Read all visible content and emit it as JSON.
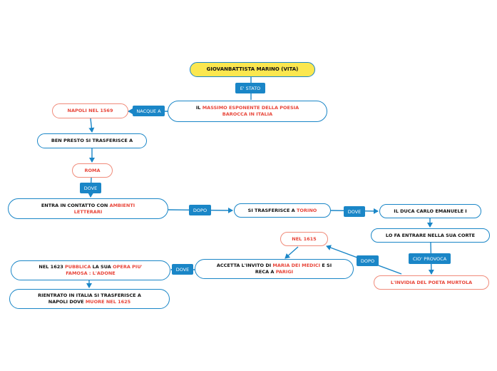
{
  "nodes": {
    "root": "GIOVANBATTISTA MARINO (VITA)",
    "massimo": {
      "pre": "IL ",
      "hl1": "MASSIMO ESPONENTE DELLA POESIA",
      "hl2": "BAROCCA IN ITALIA"
    },
    "napoli": "NAPOLI NEL 1569",
    "trasferisce_a": "BEN PRESTO SI TRASFERISCE A",
    "roma": "ROMA",
    "ambienti": {
      "pre": "ENTRA IN CONTATTO CON ",
      "hl1": "AMBIENTI",
      "hl2": "LETTERARI"
    },
    "torino": {
      "pre": "SI TRASFERISCE A ",
      "hl": "TORINO"
    },
    "duca": "IL DUCA CARLO EMANUELE I",
    "corte": "LO FA ENTRARE NELLA SUA CORTE",
    "invidia": "L'INVIDIA  DEL POETA MURTOLA",
    "nel1615": "NEL 1615",
    "medici": {
      "pre": "ACCETTA L'INVITO DI ",
      "hl": "MARIA DEI MEDICI",
      "post": " E SI",
      "pre2": "RECA A ",
      "hl2": "PARIGI"
    },
    "adone": {
      "pre": "NEL 1623 ",
      "hl": "PUBBLICA",
      "mid": " LA SUA ",
      "hl2": "OPERA PIU'",
      "hl3": "FAMOSA : L'ADONE"
    },
    "muore": {
      "line1": "RIENTRATO IN ITALIA SI TRASFERISCE A",
      "pre": "NAPOLI DOVE ",
      "hl": "MUORE NEL 1625"
    }
  },
  "connectors": {
    "e_stato": "E' STATO",
    "nacque_a": "NACQUE A",
    "dove_roma": "DOVE",
    "dopo_1": "DOPO",
    "dove_torino": "DOVE",
    "cio_provoca": "CIO' PROVOCA",
    "dopo_2": "DOPO",
    "dove_parigi": "DOVE"
  },
  "colors": {
    "accent": "#1a86c7",
    "highlight": "#e8463a",
    "root_fill": "#fbe74f",
    "orange_border": "#f08b7a"
  }
}
